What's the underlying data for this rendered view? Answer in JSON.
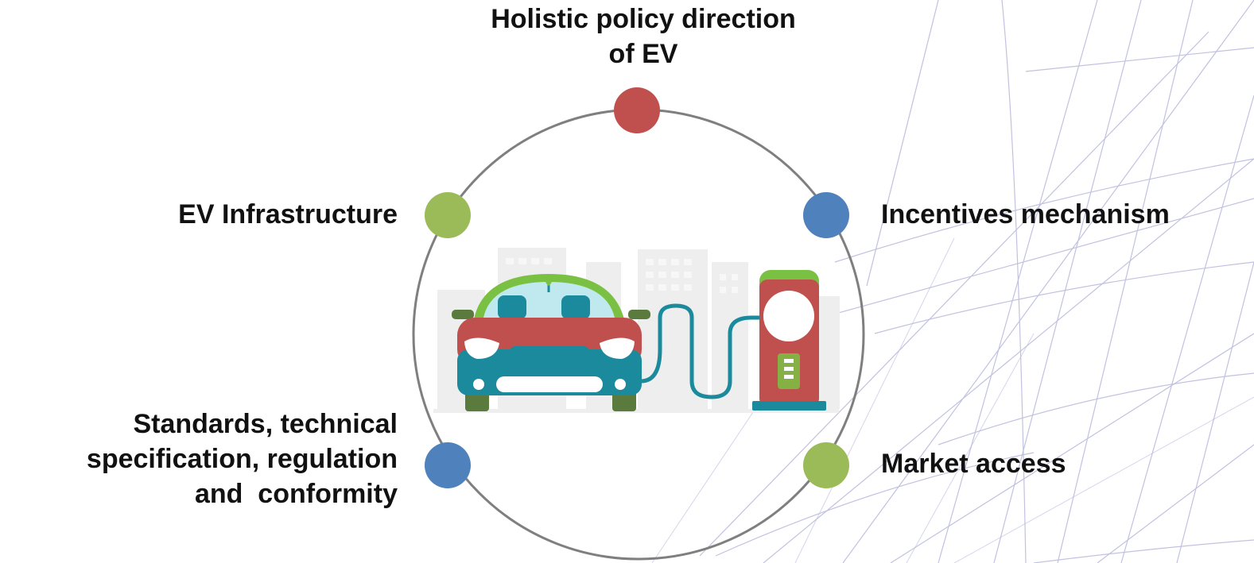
{
  "diagram": {
    "nodes": [
      {
        "id": "top",
        "lines": [
          "Holistic policy direction",
          "of EV"
        ],
        "color": "#c0504d"
      },
      {
        "id": "left_upper",
        "lines": [
          "EV Infrastructure"
        ],
        "color": "#9bbb59"
      },
      {
        "id": "right_upper",
        "lines": [
          "Incentives mechanism"
        ],
        "color": "#4f81bd"
      },
      {
        "id": "left_lower",
        "lines": [
          "Standards, technical",
          "specification, regulation",
          "and  conformity"
        ],
        "color": "#4f81bd"
      },
      {
        "id": "right_lower",
        "lines": [
          "Market access"
        ],
        "color": "#9bbb59"
      }
    ],
    "ring_color": "#7f7f7f",
    "illustration": "electric-car-charging"
  }
}
